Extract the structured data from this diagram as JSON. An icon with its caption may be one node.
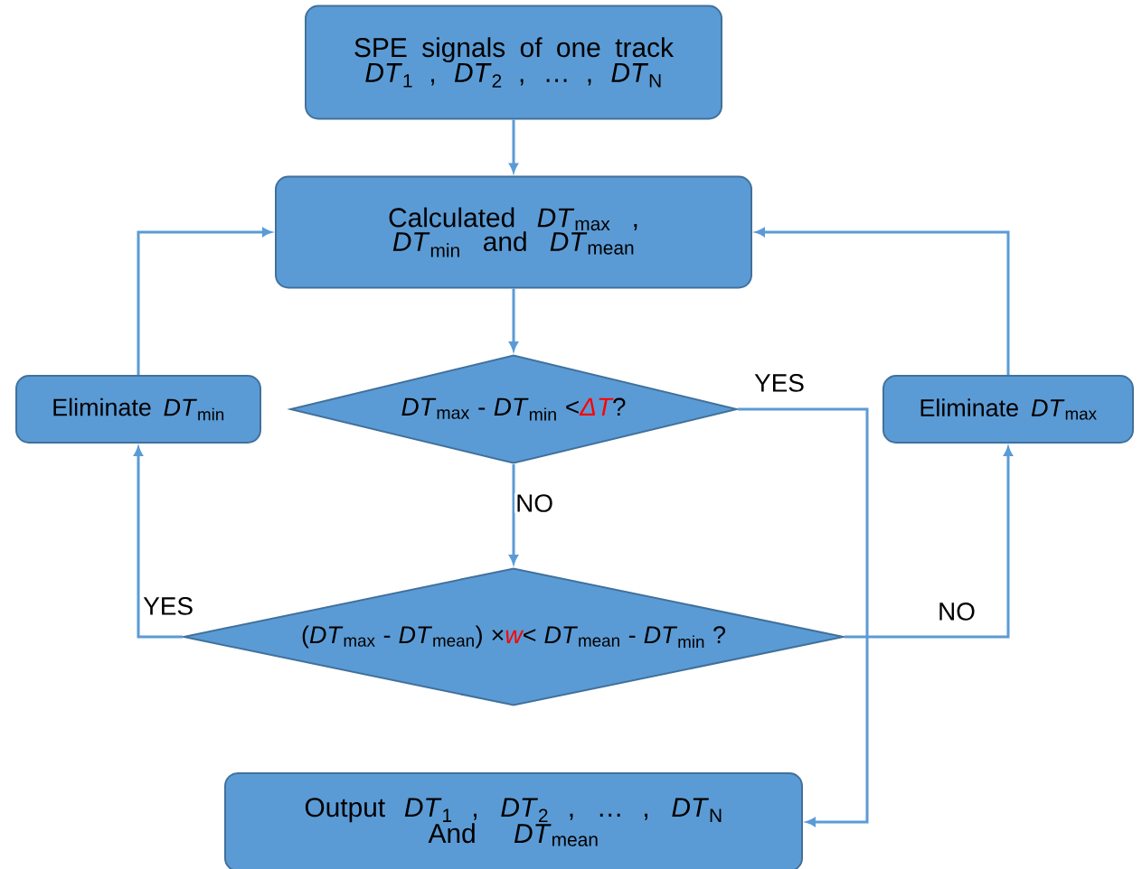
{
  "diagram": {
    "nodes": [
      {
        "text": [
          "SPE signals of one track",
          "*DT*$_{1}$ , *DT*$_{2}$ , … , *DT*$_{N}$"
        ]
      },
      {
        "text": [
          "Calculated *DT*$_{max}$ , *DT*$_{min}$ and *DT*$_{mean}$"
        ]
      },
      {
        "text": [
          "Eliminate *DT*$_{min}$"
        ]
      },
      {
        "text": [
          "*DT*$_{max}$ - *DT*$_{min}$ <",
          "ΔT",
          "?"
        ]
      },
      {
        "text": [
          "Eliminate *DT*$_{max}$"
        ]
      },
      {
        "text": [
          "(*DT*$_{max}$ - *DT*$_{mean}$) ×",
          "w",
          "< *DT*$_{mean}$ - *DT*$_{min}$ ?"
        ]
      },
      {
        "text": [
          "Output *DT*$_{1}$ , *DT*$_{2}$ , … , *DT*$_{N}$",
          "And *DT*$_{mean}$"
        ]
      }
    ],
    "edges": [
      {
        "from": 0,
        "to": 1,
        "arrow": "to"
      },
      {
        "from": 1,
        "to": 3,
        "arrow": "to"
      },
      {
        "from": 3,
        "to": 5,
        "arrow": "to",
        "label": "NO"
      },
      {
        "from": 5,
        "to": 2,
        "arrow": "to",
        "label": "YES"
      },
      {
        "from": 2,
        "to": 1,
        "arrow": "to"
      },
      {
        "from": 5,
        "to": 4,
        "arrow": "to",
        "label": "NO"
      },
      {
        "from": 4,
        "to": 1,
        "arrow": "to"
      },
      {
        "from": 3,
        "to": 6,
        "arrow": "to",
        "label": "YES"
      }
    ]
  }
}
